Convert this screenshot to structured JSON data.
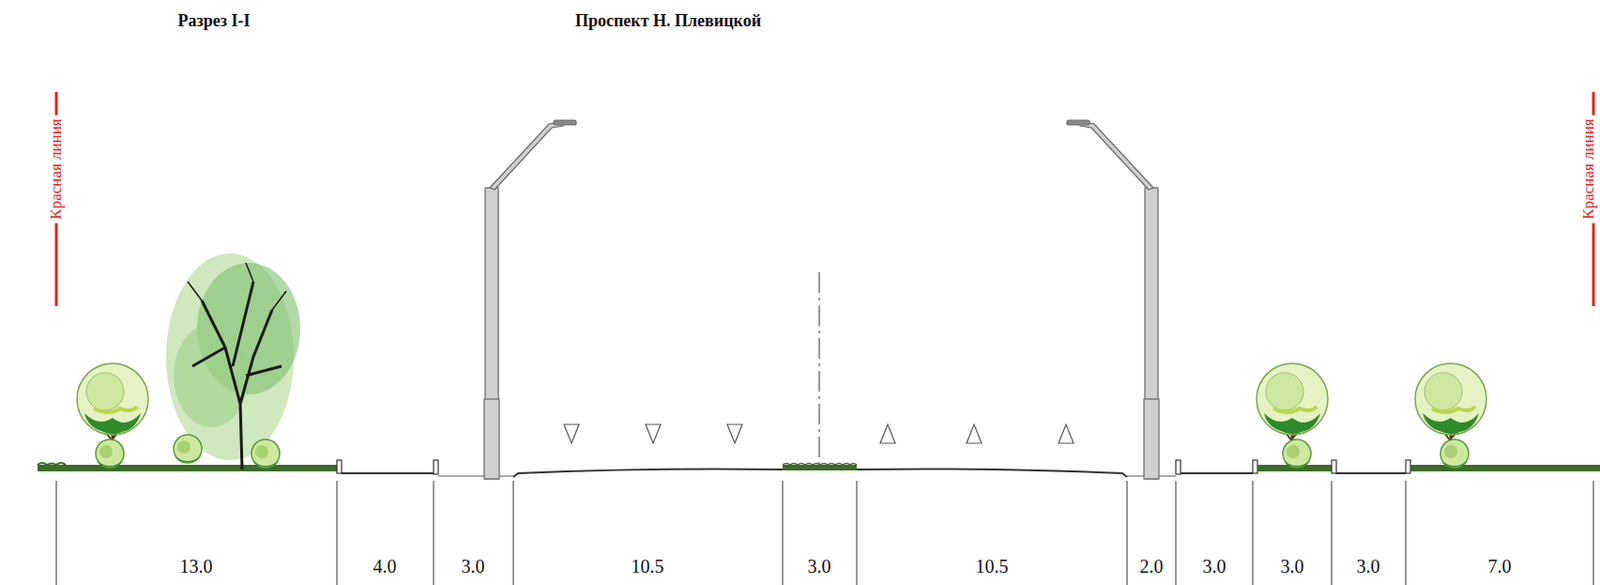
{
  "diagram": {
    "title": "Проспект Н. Плевицкой",
    "labels": [
      "Разрез I-I",
      "Красная линия",
      "Красная линия",
      "13.0",
      "4.0",
      "3.0",
      "10.5",
      "3.0",
      "10.5",
      "2.0",
      "3.0",
      "3.0",
      "3.0",
      "7.0"
    ]
  }
}
